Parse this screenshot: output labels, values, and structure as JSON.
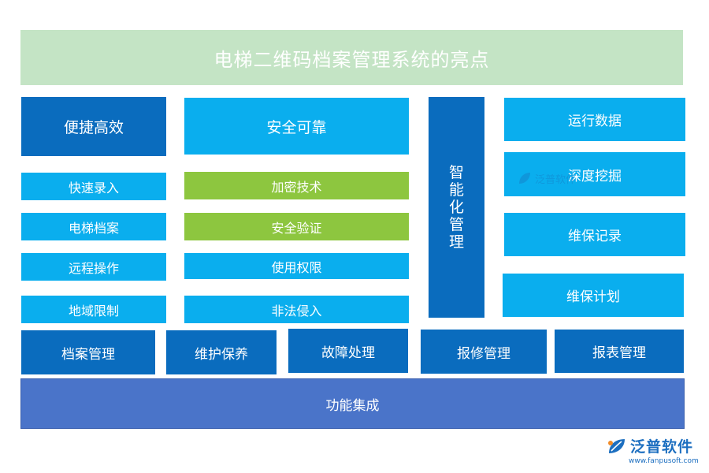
{
  "title": "电梯二维码档案管理系统的亮点",
  "col1": {
    "header": "便捷高效",
    "items": [
      "快速录入",
      "电梯档案",
      "远程操作",
      "地域限制"
    ]
  },
  "col2": {
    "header": "安全可靠",
    "items": [
      "加密技术",
      "安全验证",
      "使用权限",
      "非法侵入"
    ]
  },
  "col3": {
    "header_chars": [
      "智",
      "能",
      "化",
      "管",
      "理"
    ]
  },
  "col4": {
    "items": [
      "运行数据",
      "深度挖掘",
      "维保记录",
      "维保计划"
    ]
  },
  "bottom_row": [
    "档案管理",
    "维护保养",
    "故障处理",
    "报修管理",
    "报表管理"
  ],
  "base": "功能集成",
  "watermark": "泛普软件",
  "logo": {
    "name": "泛普软件",
    "url": "www.fanpusoft.com"
  },
  "colors": {
    "dark_blue": "#0a6cbe",
    "light_blue": "#0aaeee",
    "green": "#8dc63f",
    "title_bg": "#c4e4c5",
    "base_bg": "#4a74c9"
  }
}
